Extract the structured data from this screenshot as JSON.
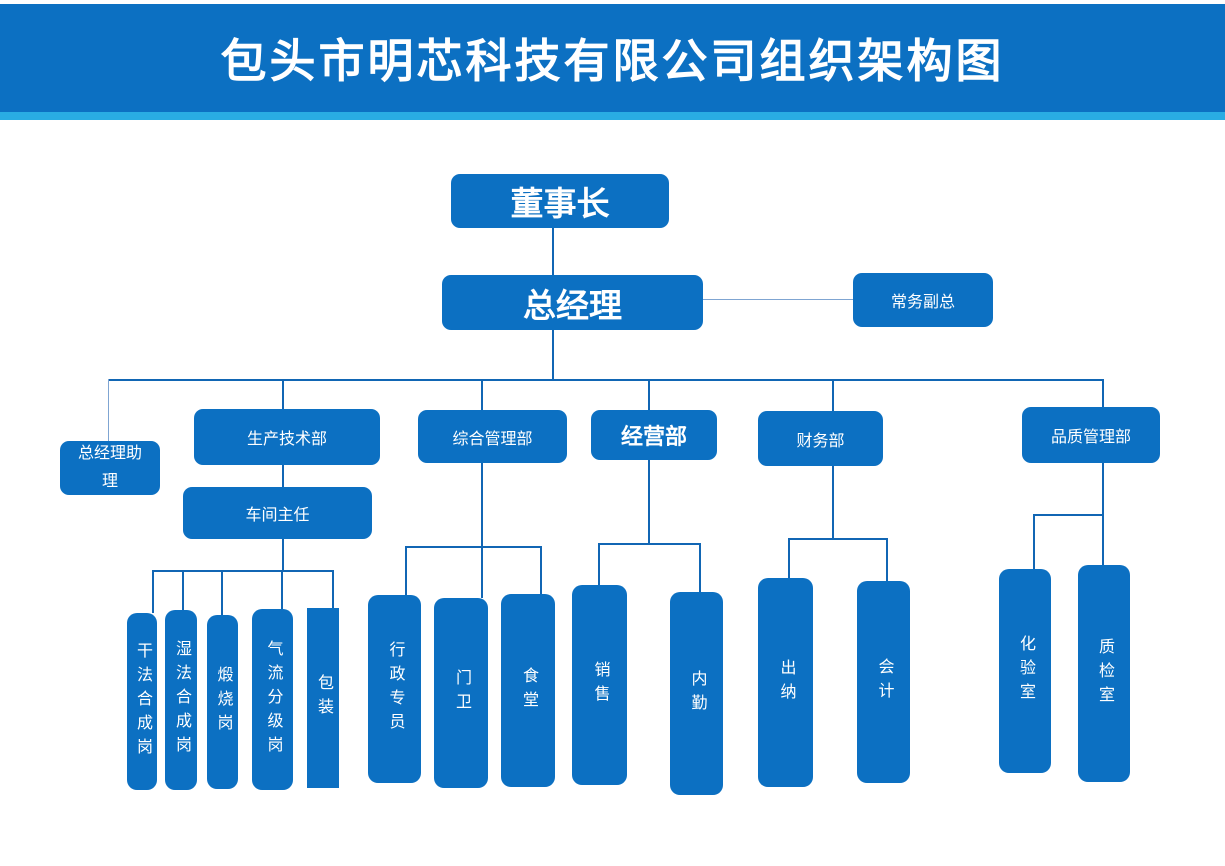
{
  "title": "包头市明芯科技有限公司组织架构图",
  "colors": {
    "banner_blue": "#0C70C2",
    "stripe_cyan": "#29ACE3",
    "node_blue": "#0C70C2",
    "connector_blue": "#1166B4",
    "connector_light": "#7FA5D2",
    "text_white": "#FFFFFF",
    "page_background": "#FFFFFF"
  },
  "nodes": {
    "chairman": {
      "label": "董事长"
    },
    "general_manager": {
      "label": "总经理"
    },
    "deputy_gm": {
      "label": "常务副总"
    },
    "gm_assistant": {
      "label": "总经理助理"
    },
    "production_tech_dept": {
      "label": "生产技术部"
    },
    "workshop_director": {
      "label": "车间主任"
    },
    "general_admin_dept": {
      "label": "综合管理部"
    },
    "operations_dept": {
      "label": "经营部"
    },
    "finance_dept": {
      "label": "财务部"
    },
    "quality_dept": {
      "label": "品质管理部"
    },
    "dry_synthesis_post": {
      "label": "干法合成岗"
    },
    "wet_synthesis_post": {
      "label": "湿法合成岗"
    },
    "calcination_post": {
      "label": "煅烧岗"
    },
    "airflow_grading_post": {
      "label": "气流分级岗"
    },
    "packaging_post": {
      "label": "包装"
    },
    "admin_specialist": {
      "label": "行政专员"
    },
    "gate_guard": {
      "label": "门卫"
    },
    "canteen": {
      "label": "食堂"
    },
    "sales": {
      "label": "销售"
    },
    "office_support": {
      "label": "内勤"
    },
    "cashier": {
      "label": "出纳"
    },
    "accountant": {
      "label": "会计"
    },
    "lab_room": {
      "label": "化验室"
    },
    "inspection_room": {
      "label": "质检室"
    }
  }
}
